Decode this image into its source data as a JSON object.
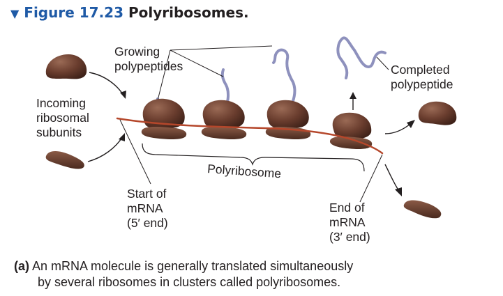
{
  "figure": {
    "marker": "▼",
    "number": "Figure 17.23",
    "title": "Polyribosomes."
  },
  "labels": {
    "growing_polypeptides": [
      "Growing",
      "polypeptides"
    ],
    "completed_polypeptide": [
      "Completed",
      "polypeptide"
    ],
    "incoming_subunits": [
      "Incoming",
      "ribosomal",
      "subunits"
    ],
    "polyribosome": "Polyribosome",
    "start_mrna": [
      "Start of",
      "mRNA",
      "(5′ end)"
    ],
    "end_mrna": [
      "End of",
      "mRNA",
      "(3′ end)"
    ]
  },
  "caption": {
    "part": "(a)",
    "line1": "An mRNA molecule is generally translated simultaneously",
    "line2": "by several ribosomes in clusters called polyribosomes."
  },
  "colors": {
    "ribosome": "#6a3d2e",
    "ribosome_dark": "#4a2a1f",
    "mrna": "#b5472b",
    "polypeptide": "#8e91bd",
    "title_blue": "#1f5aa6",
    "text": "#231f20"
  }
}
